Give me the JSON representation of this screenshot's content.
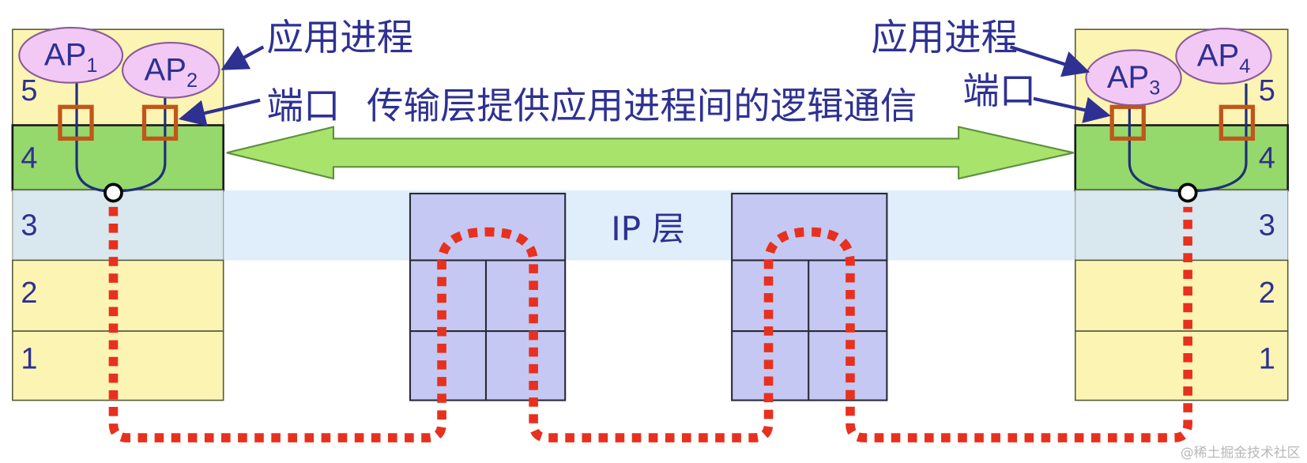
{
  "left_host": {
    "layers": [
      "5",
      "4",
      "3",
      "2",
      "1"
    ],
    "process_label": "应用进程",
    "port_label": "端口",
    "ap1": {
      "name": "AP",
      "sub": "1"
    },
    "ap2": {
      "name": "AP",
      "sub": "2"
    }
  },
  "right_host": {
    "layers": [
      "5",
      "4",
      "3",
      "2",
      "1"
    ],
    "process_label": "应用进程",
    "port_label": "端口",
    "ap3": {
      "name": "AP",
      "sub": "3"
    },
    "ap4": {
      "name": "AP",
      "sub": "4"
    }
  },
  "transport_caption": "传输层提供应用进程间的逻辑通信",
  "ip_layer_label": "IP 层",
  "watermark": "@稀土掘金技术社区",
  "colors": {
    "text_navy": "#2e3192",
    "application_layer": "#fbf4b3",
    "transport_layer": "#95d86c",
    "ip_band": "#dfeefa",
    "router": "#c5c8f2",
    "logical_arrow": "#a8e36c",
    "ap_bubble": "#f2c9f5",
    "port": "#c0561a",
    "physical_path": "#e8301e"
  }
}
